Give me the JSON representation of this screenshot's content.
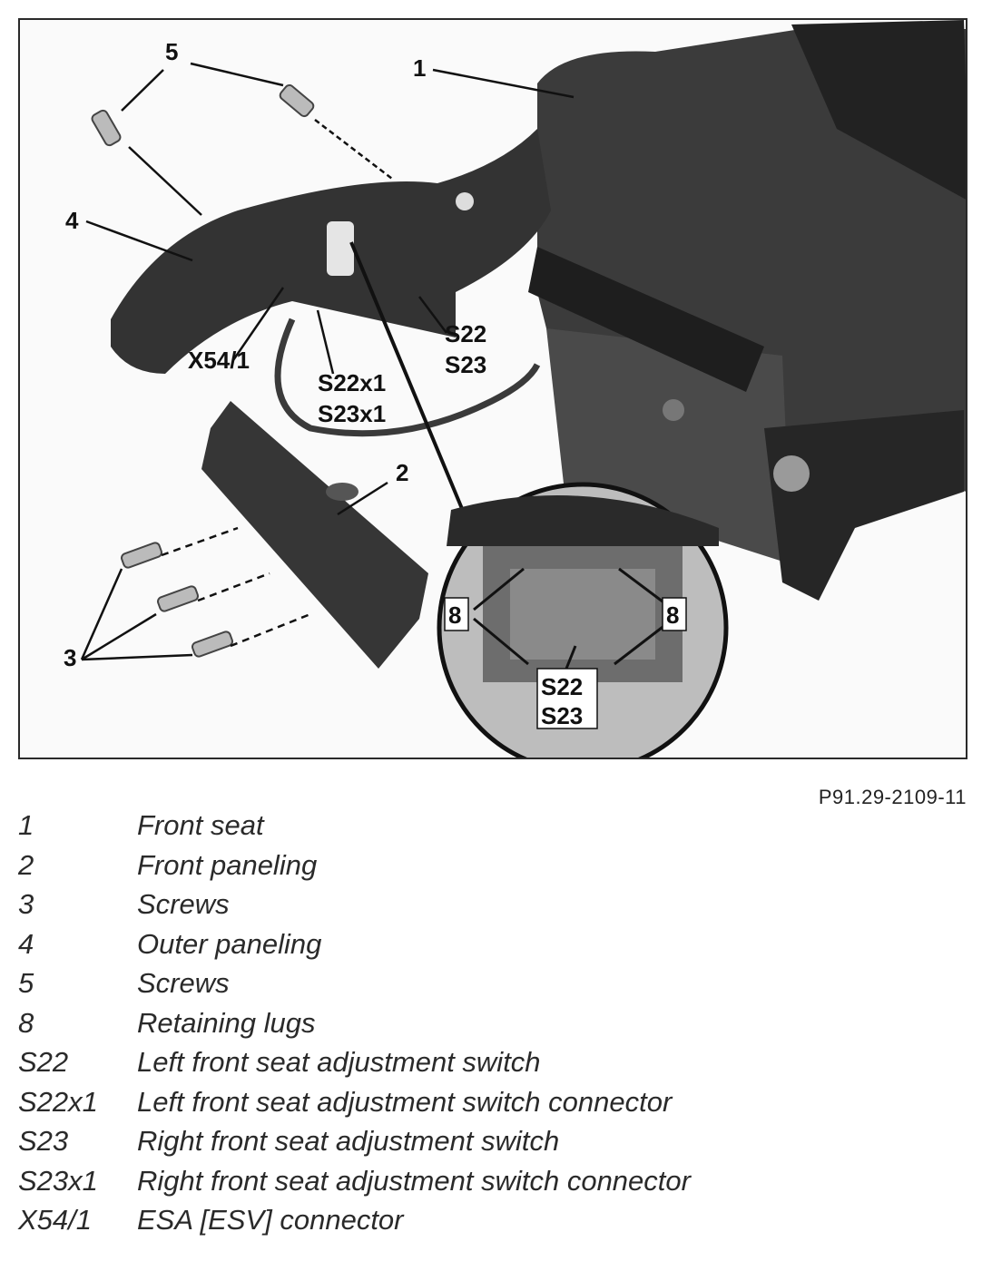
{
  "figure": {
    "callouts": {
      "c1": "1",
      "c2": "2",
      "c3": "3",
      "c4": "4",
      "c5": "5",
      "x54_1": "X54/1",
      "s22": "S22",
      "s23": "S23",
      "s22x1": "S22x1",
      "s23x1": "S23x1",
      "c8_left": "8",
      "c8_right": "8",
      "detail_s22": "S22",
      "detail_s23": "S23"
    },
    "code": "P91.29-2109-11"
  },
  "legend": [
    {
      "key": "1",
      "desc": "Front seat"
    },
    {
      "key": "2",
      "desc": "Front paneling"
    },
    {
      "key": "3",
      "desc": "Screws"
    },
    {
      "key": "4",
      "desc": "Outer paneling"
    },
    {
      "key": "5",
      "desc": "Screws"
    },
    {
      "key": "8",
      "desc": "Retaining lugs"
    },
    {
      "key": "S22",
      "desc": "Left front seat adjustment switch"
    },
    {
      "key": "S22x1",
      "desc": "Left front seat adjustment switch connector"
    },
    {
      "key": "S23",
      "desc": "Right front seat adjustment switch"
    },
    {
      "key": "S23x1",
      "desc": "Right front seat adjustment switch connector"
    },
    {
      "key": "X54/1",
      "desc": "ESA [ESV] connector"
    }
  ]
}
